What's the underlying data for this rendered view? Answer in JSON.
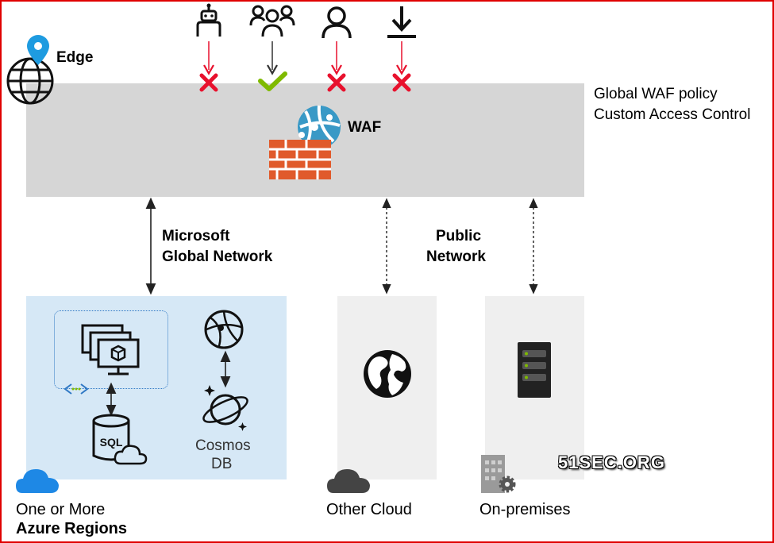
{
  "edge": {
    "label": "Edge"
  },
  "waf": {
    "label": "WAF",
    "policy_line1": "Global WAF policy",
    "policy_line2": "Custom Access Control"
  },
  "traffic_sources": [
    {
      "icon": "bot-icon",
      "status": "blocked"
    },
    {
      "icon": "users-group-icon",
      "status": "allowed"
    },
    {
      "icon": "user-icon",
      "status": "blocked"
    },
    {
      "icon": "download-icon",
      "status": "blocked"
    }
  ],
  "networks": {
    "microsoft_line1": "Microsoft",
    "microsoft_line2": "Global Network",
    "public_line1": "Public",
    "public_line2": "Network"
  },
  "regions": {
    "azure_line1": "One or More",
    "azure_line2": "Azure Regions",
    "cosmos_line1": "Cosmos",
    "cosmos_line2": "DB",
    "sql_label": "SQL",
    "other_cloud": "Other Cloud",
    "on_premises": "On-premises"
  },
  "watermark": "51SEC.ORG",
  "colors": {
    "frame": "#e00000",
    "blocked": "#e8112d",
    "allowed": "#7fba00",
    "azure_blue": "#0078d4",
    "brick": "#e05a2b"
  }
}
